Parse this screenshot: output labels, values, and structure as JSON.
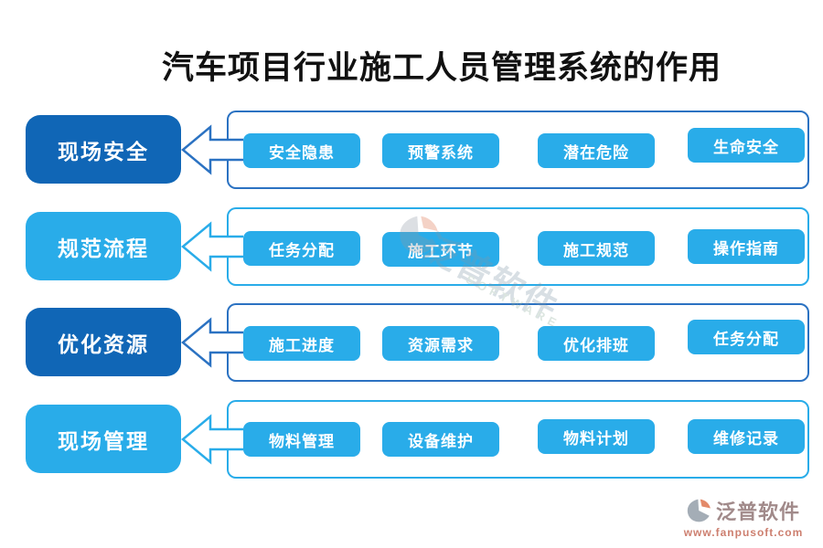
{
  "title": "汽车项目行业施工人员管理系统的作用",
  "colors": {
    "category_dark_blue": "#1066B6",
    "category_cyan": "#29ACE9",
    "panel_border_dark": "#2B72C2",
    "panel_border_cyan": "#29ACE9",
    "chip_cyan": "#29ACE9",
    "brand_red": "#cd7f6f"
  },
  "rows": [
    {
      "label": "现场安全",
      "items": [
        "安全隐患",
        "预警系统",
        "潜在危险",
        "生命安全"
      ]
    },
    {
      "label": "规范流程",
      "items": [
        "任务分配",
        "施工环节",
        "施工规范",
        "操作指南"
      ]
    },
    {
      "label": "优化资源",
      "items": [
        "施工进度",
        "资源需求",
        "优化排班",
        "任务分配"
      ]
    },
    {
      "label": "现场管理",
      "items": [
        "物料管理",
        "设备维护",
        "物料计划",
        "维修记录"
      ]
    }
  ],
  "watermark": {
    "text": "泛普软件",
    "subtext": "SOFTWARE"
  },
  "footer_logo": {
    "name": "泛普软件",
    "url": "www.fanpusoft.com"
  }
}
